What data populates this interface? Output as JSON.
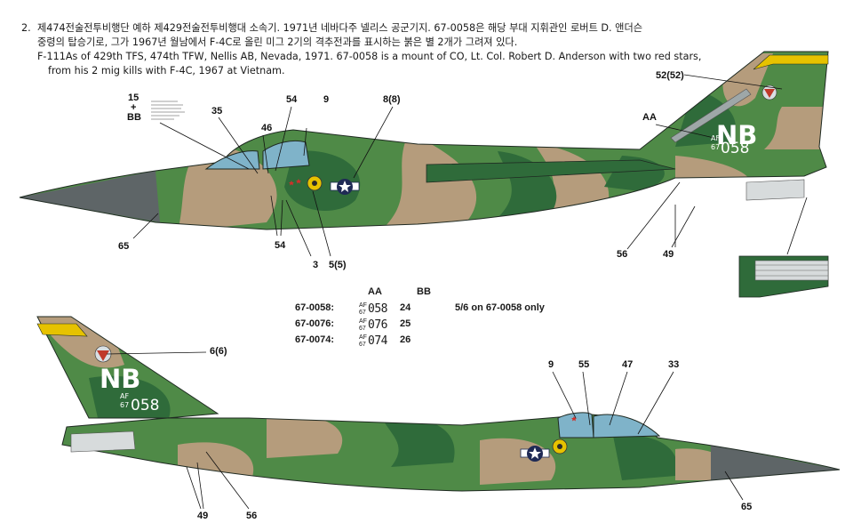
{
  "caption": {
    "number": "2.",
    "korean_line1": "제474전술전투비행단 예하 제429전술전투비행대 소속기. 1971년 네바다주 넬리스 공군기지. 67-0058은 해당 부대 지휘관인 로버트 D. 앤더슨",
    "korean_line2": "중령의 탑승기로, 그가 1967년 월남에서 F-4C로 올린 미그 2기의 격추전과를 표시하는 붉은 별 2개가 그려져 있다.",
    "english_line1": "F-111As of 429th TFS, 474th TFW, Nellis AB, Nevada, 1971. 67-0058 is a mount of CO, Lt. Col. Robert D. Anderson with two red stars,",
    "english_line2": "from his 2 mig kills with F-4C, 1967 at Vietnam."
  },
  "colors": {
    "green_dark": "#2f6b3a",
    "green_mid": "#4f8a47",
    "tan": "#b59c7c",
    "gray_nose": "#5e6567",
    "canopy": "#7fb3c9",
    "yellow": "#e6c200",
    "white": "#ffffff"
  },
  "top_aircraft": {
    "tail_code": "NB",
    "tail_af": "AF",
    "tail_year": "67",
    "tail_serial": "058",
    "callouts": {
      "c15": "15",
      "plus": "+",
      "bb": "BB",
      "c35": "35",
      "c54a": "54",
      "c9": "9",
      "c8": "8(8)",
      "c46": "46",
      "c52": "52(52)",
      "caa": "AA",
      "c65": "65",
      "c54b": "54",
      "c3": "3",
      "c5": "5(5)",
      "c56": "56",
      "c49": "49"
    }
  },
  "bottom_aircraft": {
    "tail_code": "NB",
    "tail_af": "AF",
    "tail_year": "67",
    "tail_serial": "058",
    "callouts": {
      "c6": "6(6)",
      "c9": "9",
      "c55": "55",
      "c47": "47",
      "c33": "33",
      "c49": "49",
      "c56": "56",
      "c65": "65"
    }
  },
  "serial_table": {
    "col_aa": "AA",
    "col_bb": "BB",
    "rows": [
      {
        "reg": "67-0058:",
        "af": "AF",
        "yr": "67",
        "big": "058",
        "count": "24"
      },
      {
        "reg": "67-0076:",
        "af": "AF",
        "yr": "67",
        "big": "076",
        "count": "25"
      },
      {
        "reg": "67-0074:",
        "af": "AF",
        "yr": "67",
        "big": "074",
        "count": "26"
      }
    ],
    "note": "5/6 on 67-0058 only"
  }
}
